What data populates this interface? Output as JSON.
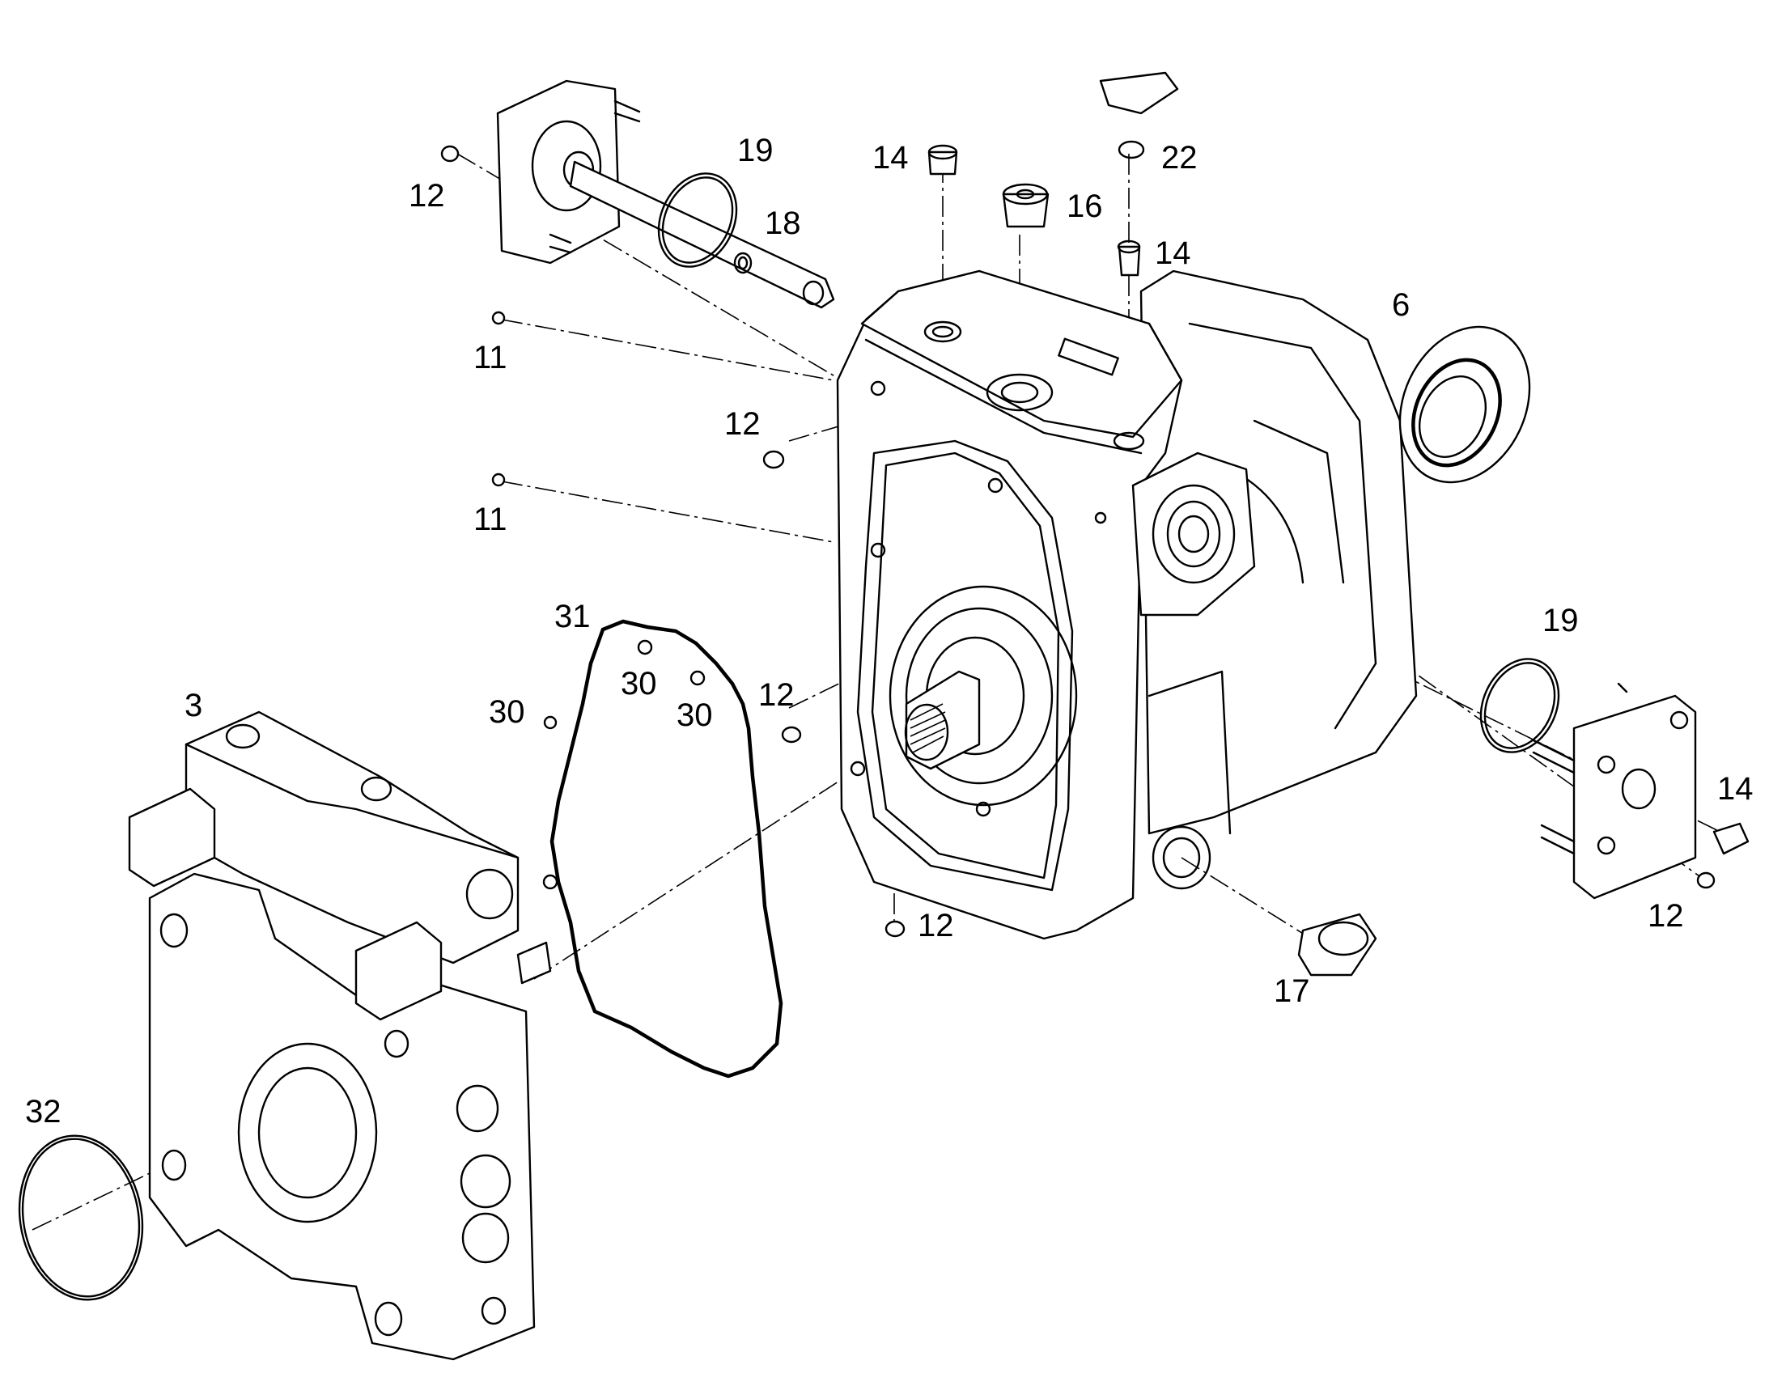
{
  "labels": {
    "p3": "3",
    "p6": "6",
    "p11a": "11",
    "p11b": "11",
    "p12a": "12",
    "p12b": "12",
    "p12c": "12",
    "p12d": "12",
    "p12e": "12",
    "p14a": "14",
    "p14b": "14",
    "p14c": "14",
    "p16": "16",
    "p17": "17",
    "p18": "18",
    "p19a": "19",
    "p19b": "19",
    "p22": "22",
    "p30a": "30",
    "p30b": "30",
    "p30c": "30",
    "p31": "31",
    "p32": "32"
  }
}
